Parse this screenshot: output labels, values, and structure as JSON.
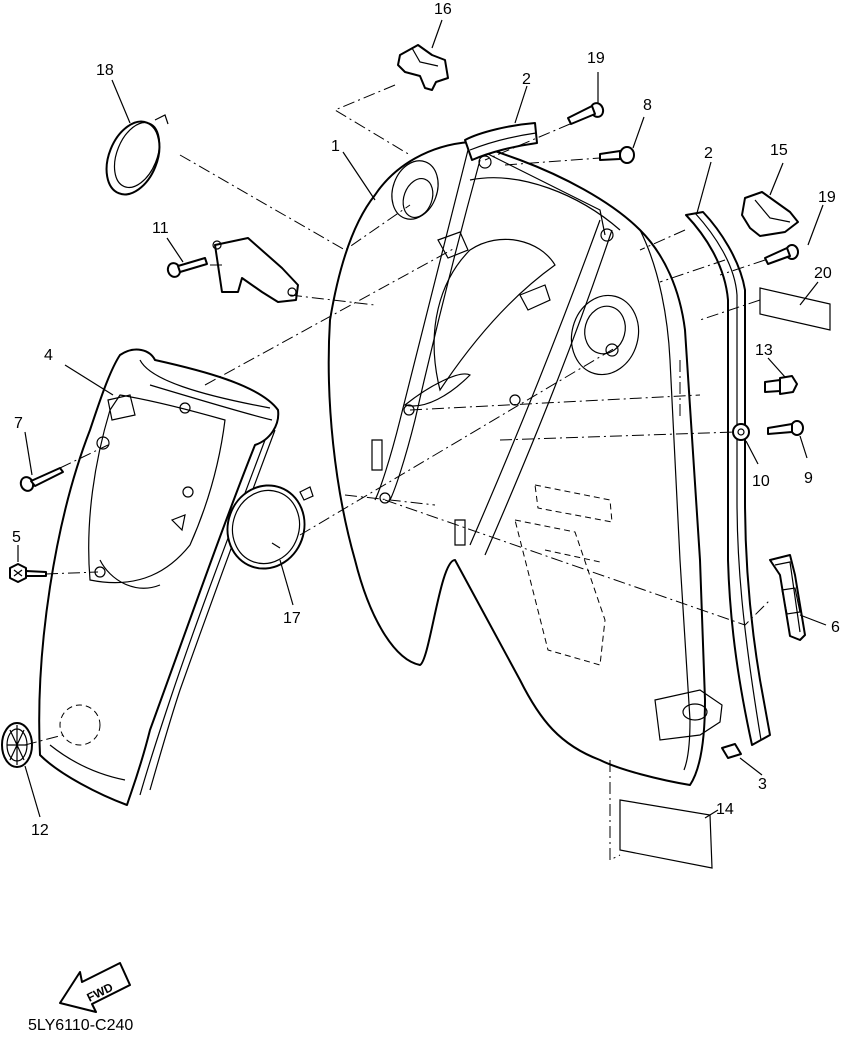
{
  "callouts": {
    "c1": "1",
    "c2a": "2",
    "c2b": "2",
    "c3": "3",
    "c4": "4",
    "c5": "5",
    "c6": "6",
    "c7": "7",
    "c8": "8",
    "c9": "9",
    "c10": "10",
    "c11": "11",
    "c12": "12",
    "c13": "13",
    "c14": "14",
    "c15": "15",
    "c16": "16",
    "c17": "17",
    "c18": "18",
    "c19a": "19",
    "c19b": "19",
    "c20": "20"
  },
  "fwd_label": "FWD",
  "diagram_code": "5LY6110-C240"
}
